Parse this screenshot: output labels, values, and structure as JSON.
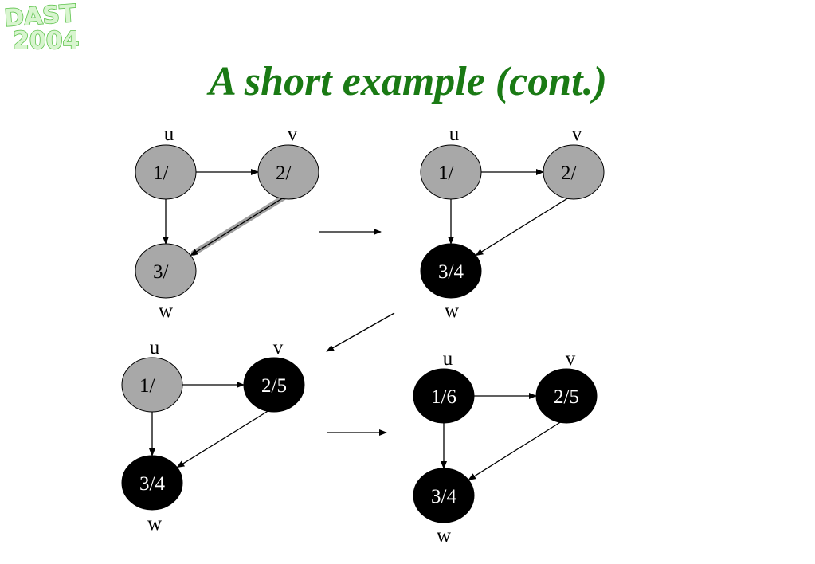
{
  "logo": {
    "line1": "DAST",
    "line2": "2004"
  },
  "title": "A short example (cont.)",
  "colors": {
    "title": "#1a7a14",
    "gray_node": "#a8a8a8",
    "black_node": "#000000",
    "highlight_edge": "#a0a0a0",
    "logo_fill": "#d8f5cf",
    "logo_stroke": "#5cc24a"
  },
  "panels": [
    {
      "nodes": [
        {
          "id": "u",
          "name": "u",
          "label": "1/",
          "color": "gray"
        },
        {
          "id": "v",
          "name": "v",
          "label": "2/",
          "color": "gray"
        },
        {
          "id": "w",
          "name": "w",
          "label": "3/",
          "color": "gray"
        }
      ],
      "edges": [
        {
          "from": "u",
          "to": "v"
        },
        {
          "from": "u",
          "to": "w"
        },
        {
          "from": "v",
          "to": "w",
          "highlighted": true
        }
      ]
    },
    {
      "nodes": [
        {
          "id": "u",
          "name": "u",
          "label": "1/",
          "color": "gray"
        },
        {
          "id": "v",
          "name": "v",
          "label": "2/",
          "color": "gray"
        },
        {
          "id": "w",
          "name": "w",
          "label": "3/4",
          "color": "black"
        }
      ],
      "edges": [
        {
          "from": "u",
          "to": "v"
        },
        {
          "from": "u",
          "to": "w"
        },
        {
          "from": "v",
          "to": "w"
        }
      ]
    },
    {
      "nodes": [
        {
          "id": "u",
          "name": "u",
          "label": "1/",
          "color": "gray"
        },
        {
          "id": "v",
          "name": "v",
          "label": "2/5",
          "color": "black"
        },
        {
          "id": "w",
          "name": "w",
          "label": "3/4",
          "color": "black"
        }
      ],
      "edges": [
        {
          "from": "u",
          "to": "v"
        },
        {
          "from": "u",
          "to": "w"
        },
        {
          "from": "v",
          "to": "w"
        }
      ]
    },
    {
      "nodes": [
        {
          "id": "u",
          "name": "u",
          "label": "1/6",
          "color": "black"
        },
        {
          "id": "v",
          "name": "v",
          "label": "2/5",
          "color": "black"
        },
        {
          "id": "w",
          "name": "w",
          "label": "3/4",
          "color": "black"
        }
      ],
      "edges": [
        {
          "from": "u",
          "to": "v"
        },
        {
          "from": "u",
          "to": "w"
        },
        {
          "from": "v",
          "to": "w"
        }
      ]
    }
  ],
  "transitions": [
    {
      "from_panel": 1,
      "to_panel": 2
    },
    {
      "from_panel": 2,
      "to_panel": 3
    },
    {
      "from_panel": 3,
      "to_panel": 4
    }
  ]
}
